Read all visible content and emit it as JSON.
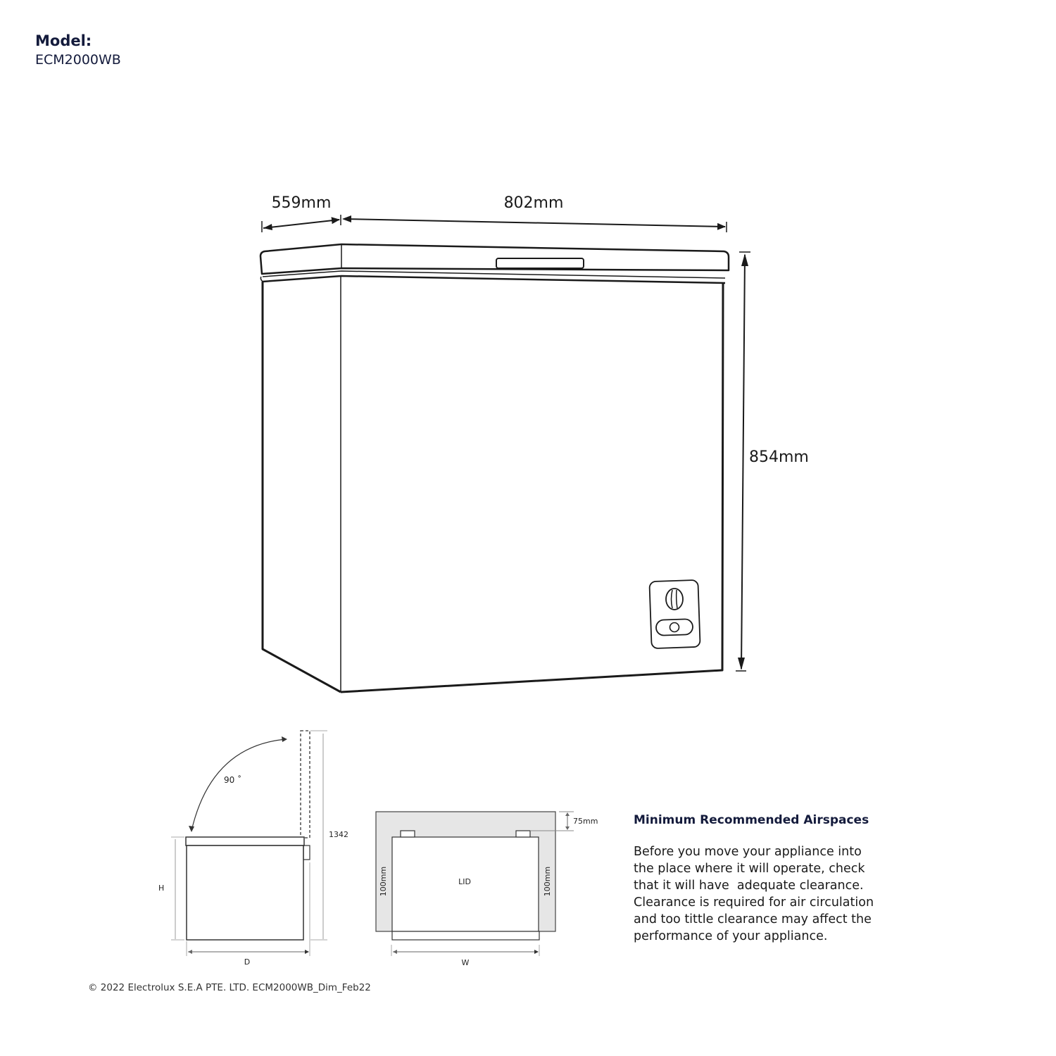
{
  "header": {
    "model_label": "Model:",
    "model_value": "ECM2000WB"
  },
  "main_drawing": {
    "depth_label": "559mm",
    "width_label": "802mm",
    "height_label": "854mm"
  },
  "side_view": {
    "angle_label": "90 ˚",
    "total_height_label": "1342",
    "height_label": "H",
    "depth_label": "D"
  },
  "top_view": {
    "rear_clearance_label": "75mm",
    "left_clearance_label": "100mm",
    "right_clearance_label": "100mm",
    "lid_label": "LID",
    "width_label": "W",
    "clearance_fill": "#e6e6e6"
  },
  "info": {
    "title": "Minimum Recommended Airspaces",
    "lines": [
      "Before you move your appliance into",
      "the place where it will operate, check",
      "that it will have  adequate clearance.",
      "Clearance is required for air circulation",
      "and too tittle clearance may affect the",
      "performance of your appliance."
    ]
  },
  "footer": {
    "copyright": "© 2022 Electrolux S.E.A PTE. LTD. ECM2000WB_Dim_Feb22"
  },
  "colors": {
    "brand_navy": "#141b3c",
    "line": "#1a1a1a"
  }
}
